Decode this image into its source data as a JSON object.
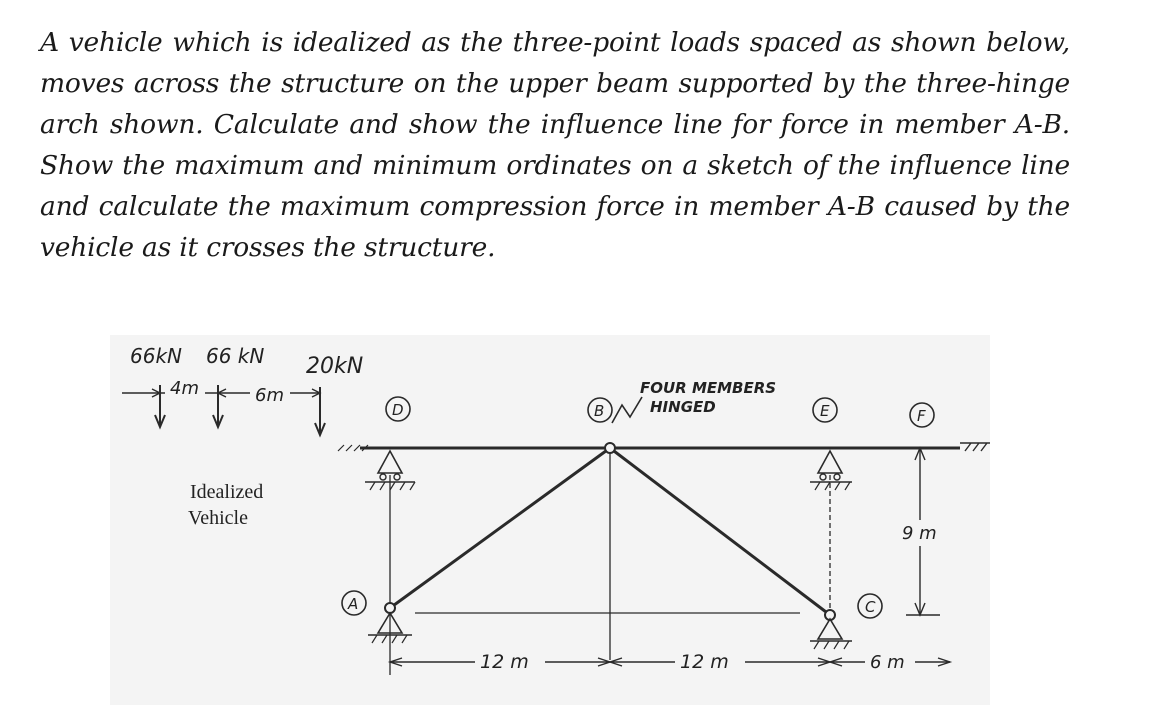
{
  "problem": {
    "text": "A vehicle which is idealized as the three-point loads spaced as shown below, moves across the structure on the upper beam supported by the three-hinge arch shown. Calculate and show the influence line for force in member A-B. Show the maximum and minimum ordinates on a sketch of the influence line and calculate the maximum compression force in member A-B caused by the vehicle as it crosses the structure."
  },
  "figure": {
    "loads": {
      "load1": "66kN",
      "load2": "66 kN",
      "load3": "20kN"
    },
    "spacings": {
      "s1": "4m",
      "s2": "6m"
    },
    "vehicle_label": {
      "line1": "Idealized",
      "line2": "Vehicle"
    },
    "note": {
      "line1": "FOUR MEMBERS",
      "line2": "HINGED"
    },
    "nodes": {
      "A": "A",
      "B": "B",
      "C": "C",
      "D": "D",
      "E": "E",
      "F": "F"
    },
    "dims": {
      "left": "12 m",
      "right": "12 m",
      "overhang": "6 m",
      "height": "9 m"
    },
    "colors": {
      "ink": "#2a2a2a",
      "panel": "#f4f4f4"
    }
  }
}
